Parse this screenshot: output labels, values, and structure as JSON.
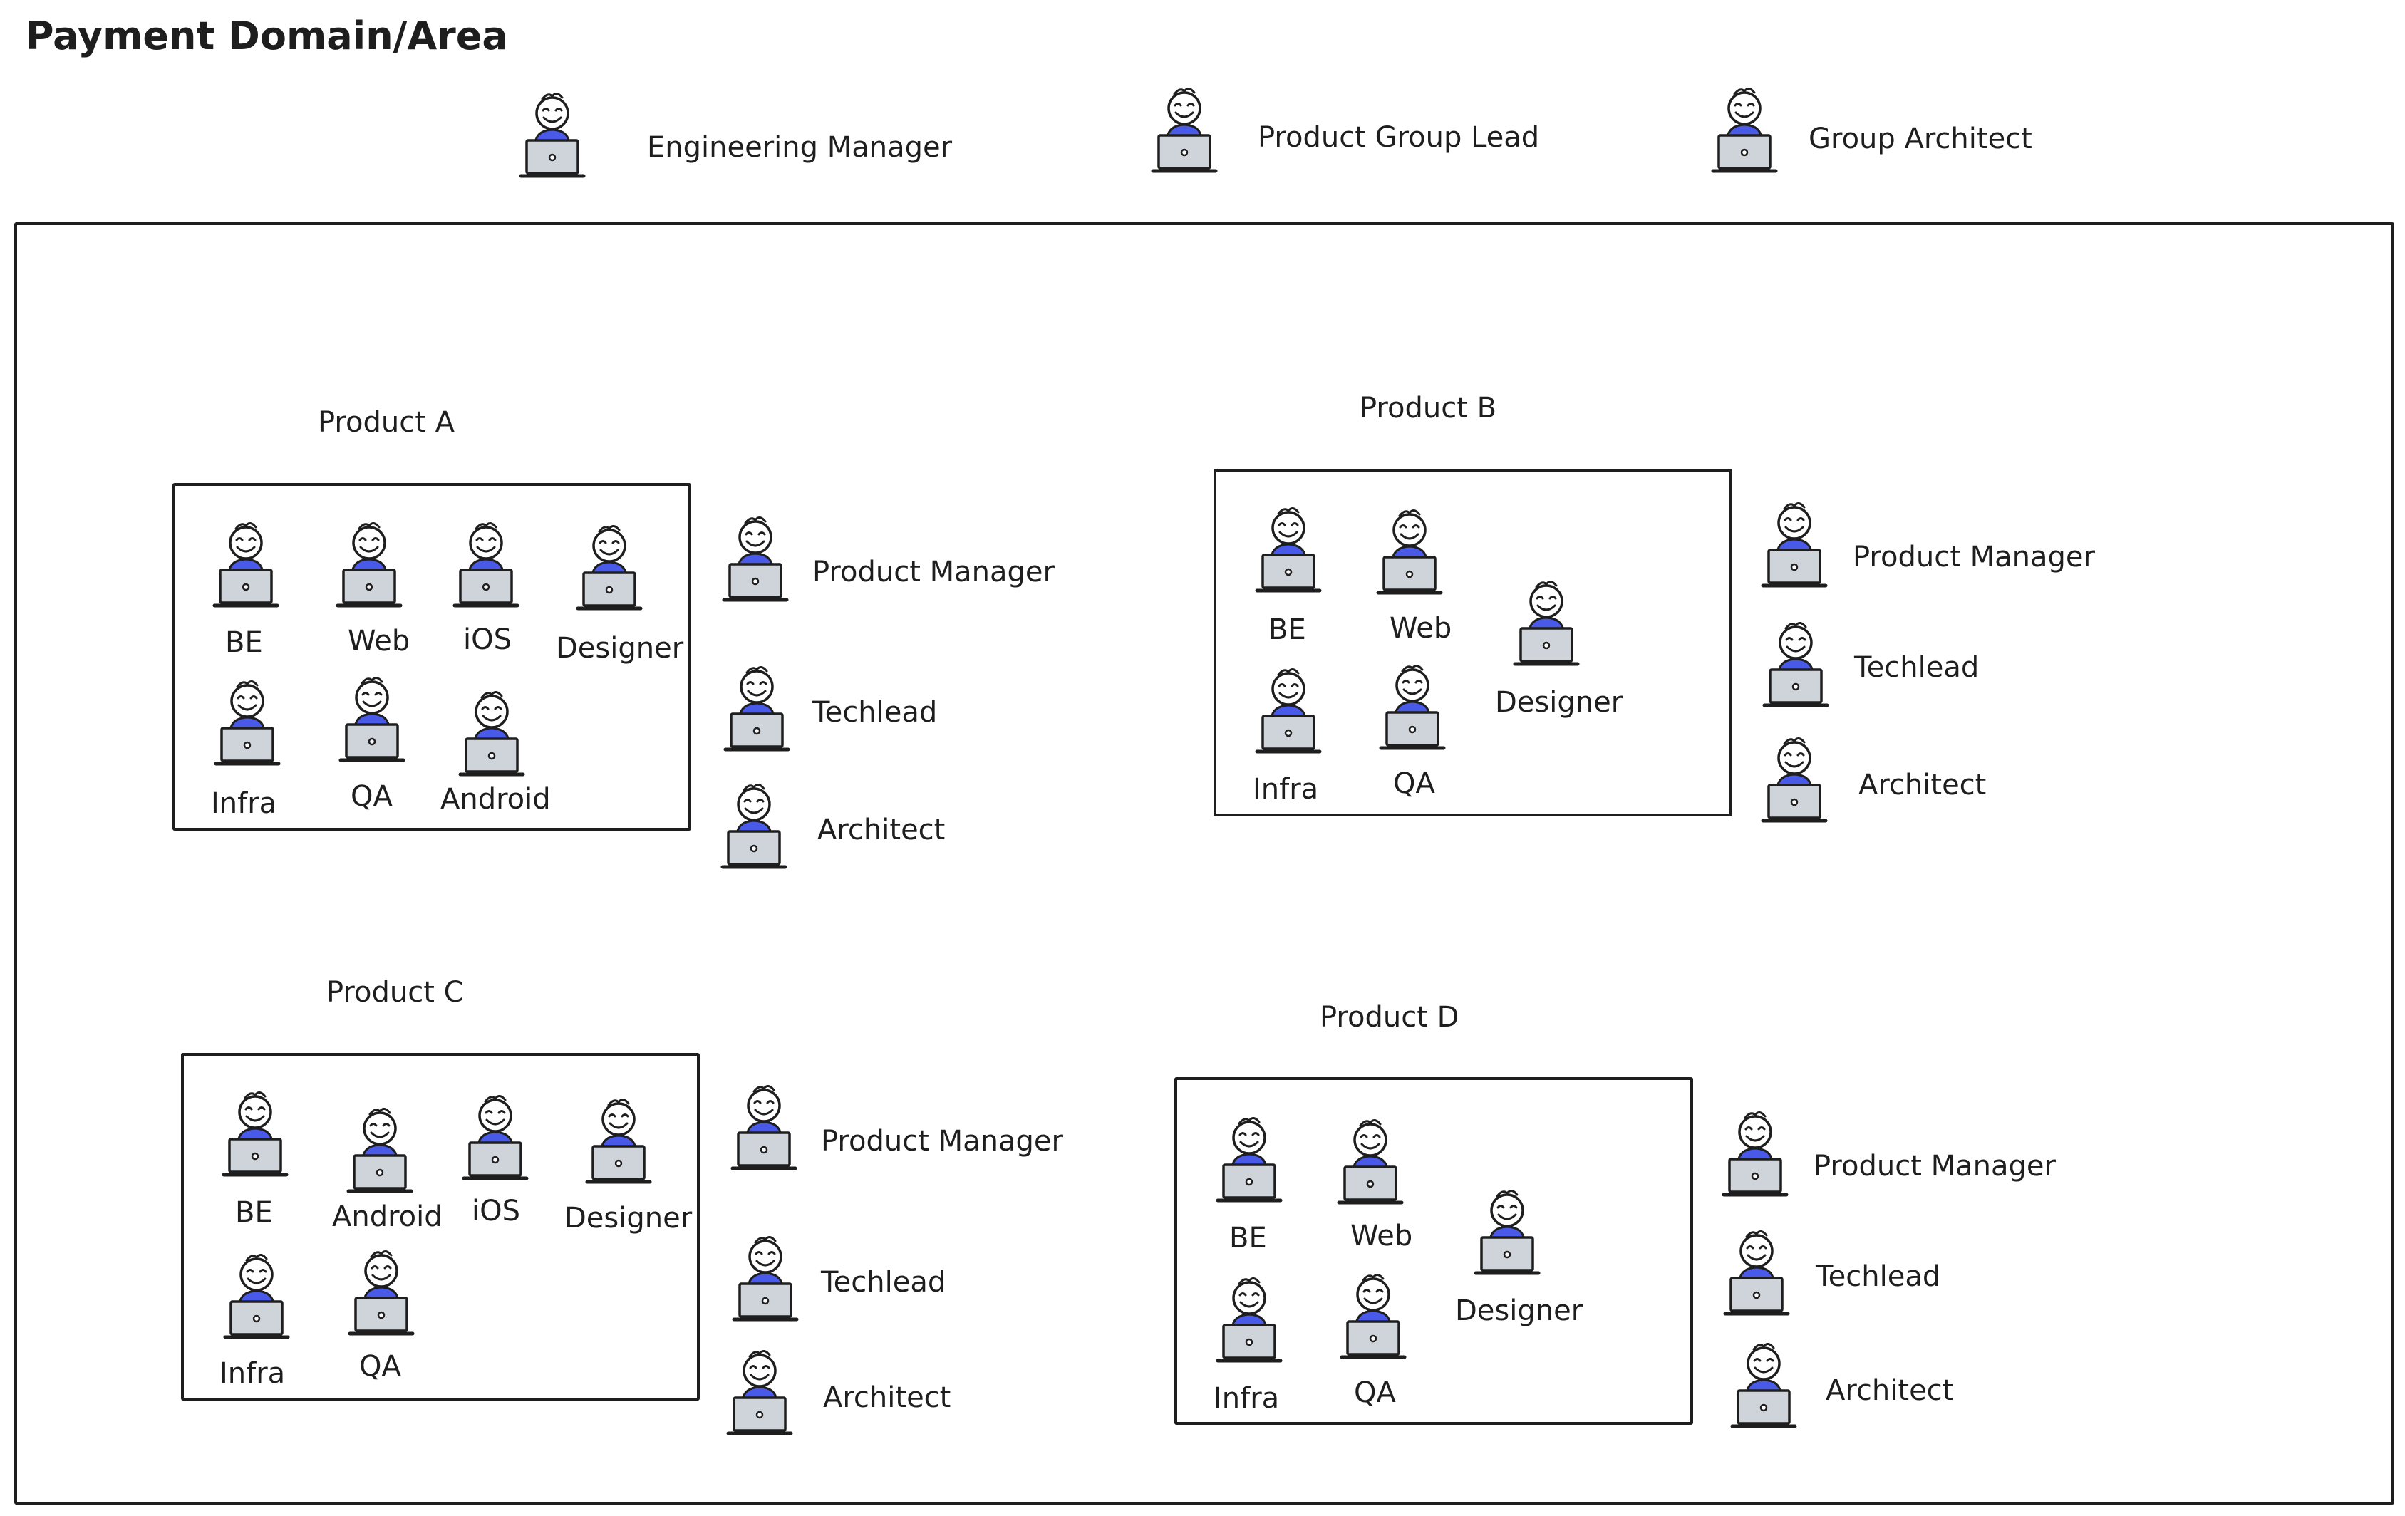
{
  "title": "Payment Domain/Area",
  "domain_leads": [
    {
      "role": "Engineering Manager"
    },
    {
      "role": "Product Group Lead"
    },
    {
      "role": "Group Architect"
    }
  ],
  "products": [
    {
      "name": "Product A",
      "members": [
        "BE",
        "Web",
        "iOS",
        "Designer",
        "Infra",
        "QA",
        "Android"
      ],
      "roles": [
        "Product Manager",
        "Techlead",
        "Architect"
      ]
    },
    {
      "name": "Product B",
      "members": [
        "BE",
        "Web",
        "Designer",
        "Infra",
        "QA"
      ],
      "roles": [
        "Product Manager",
        "Techlead",
        "Architect"
      ]
    },
    {
      "name": "Product C",
      "members": [
        "BE",
        "Android",
        "iOS",
        "Designer",
        "Infra",
        "QA"
      ],
      "roles": [
        "Product Manager",
        "Techlead",
        "Architect"
      ]
    },
    {
      "name": "Product D",
      "members": [
        "BE",
        "Web",
        "Designer",
        "Infra",
        "QA"
      ],
      "roles": [
        "Product Manager",
        "Techlead",
        "Architect"
      ]
    }
  ],
  "icon": "person-at-laptop-icon",
  "colors": {
    "stroke": "#1e1e1e",
    "shirt": "#4a5ae8",
    "laptop": "#ced4da",
    "background": "#ffffff"
  }
}
